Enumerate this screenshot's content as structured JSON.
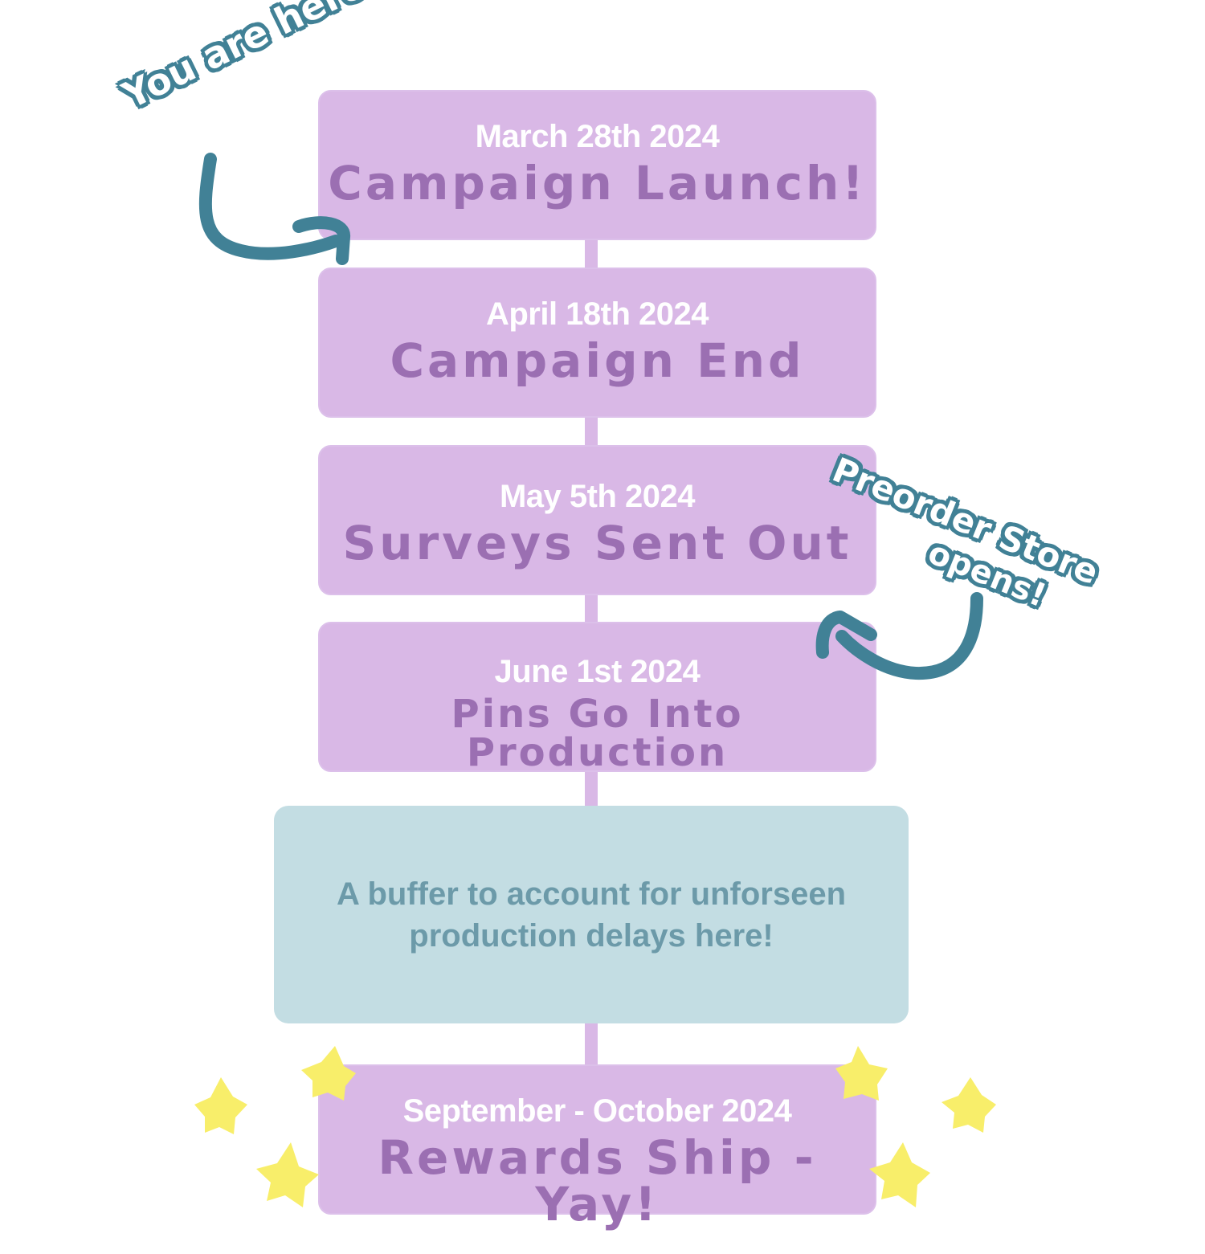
{
  "timeline": {
    "milestones": [
      {
        "date": "March 28th 2024",
        "title": "Campaign Launch!"
      },
      {
        "date": "April 18th 2024",
        "title": "Campaign End"
      },
      {
        "date": "May 5th 2024",
        "title": "Surveys Sent Out"
      },
      {
        "date": "June 1st 2024",
        "title": "Pins Go Into Production"
      }
    ],
    "buffer": {
      "text": "A buffer to account for unforseen production delays here!"
    },
    "final": {
      "date": "September - October 2024",
      "title": "Rewards Ship - Yay!"
    }
  },
  "annotations": {
    "you_are_here": "You are here.",
    "preorder_line1": "Preorder Store",
    "preorder_line2": "opens!"
  },
  "colors": {
    "box_fill": "#d9b8e6",
    "title_text": "#9b6fb2",
    "buffer_fill": "#c3dde3",
    "buffer_text": "#6c9aa9",
    "annotation_teal": "#418196",
    "star_yellow": "#f8ee6a"
  }
}
